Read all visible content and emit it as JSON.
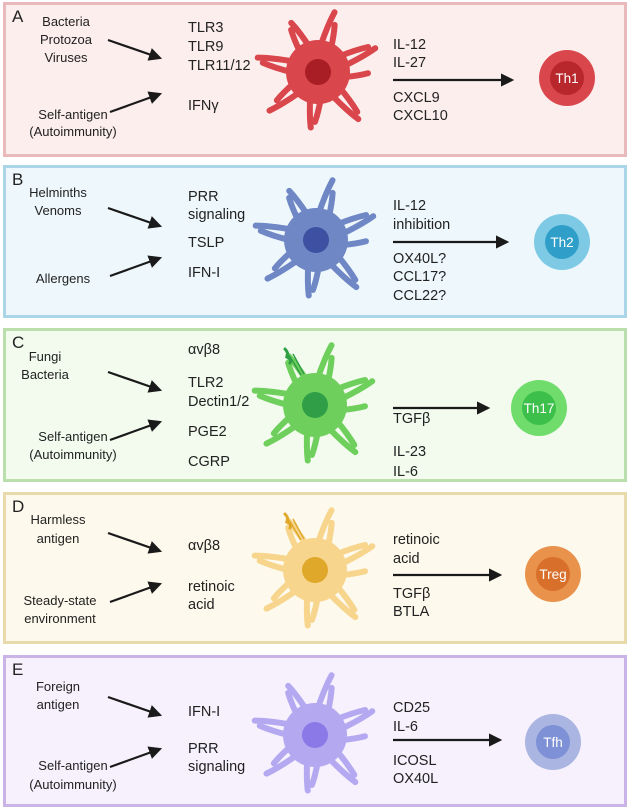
{
  "panels": [
    {
      "label": "A",
      "source_top": [
        "Bacteria",
        "Protozoa",
        "Viruses"
      ],
      "source_bottom": [
        "Self-antigen",
        "(Autoimmunity)"
      ],
      "signals": [
        "TLR3",
        "TLR9",
        "TLR11/12",
        "IFNγ"
      ],
      "outputs": [
        "IL-12",
        "IL-27",
        "CXCL9",
        "CXCL10"
      ],
      "target": "Th1",
      "colors": {
        "bg": "#fdeeee",
        "border": "#e9b9bc",
        "cell": "#d9464c",
        "nucleus": "#a81e24",
        "t_outer": "#d9464c",
        "t_inner": "#b7272c"
      }
    },
    {
      "label": "B",
      "source_top": [
        "Helminths",
        "Venoms"
      ],
      "source_bottom": [
        "Allergens"
      ],
      "signals": [
        "PRR",
        "signaling",
        "TSLP",
        "IFN-I"
      ],
      "outputs": [
        "IL-12",
        "inhibition",
        "OX40L?",
        "CCL17?",
        "CCL22?"
      ],
      "target": "Th2",
      "colors": {
        "bg": "#eef8fc",
        "border": "#abd6e7",
        "cell": "#7087c5",
        "nucleus": "#3e50a1",
        "t_outer": "#7ecae4",
        "t_inner": "#2f9fc9"
      }
    },
    {
      "label": "C",
      "source_top": [
        "Fungi",
        "Bacteria"
      ],
      "source_bottom": [
        "Self-antigen",
        "(Autoimmunity)"
      ],
      "signals": [
        "αvβ8",
        "TLR2",
        "Dectin1/2",
        "PGE2",
        "CGRP"
      ],
      "outputs": [
        "TGFβ",
        "IL-23",
        "IL-6"
      ],
      "target": "Th17",
      "colors": {
        "bg": "#f2fbee",
        "border": "#badfac",
        "cell": "#6fcf5c",
        "nucleus": "#2f9e46",
        "t_outer": "#70dc6b",
        "t_inner": "#3cbf4b"
      }
    },
    {
      "label": "D",
      "source_top": [
        "Harmless",
        "antigen"
      ],
      "source_bottom": [
        "Steady-state",
        "environment"
      ],
      "signals": [
        "αvβ8",
        "retinoic",
        "acid"
      ],
      "outputs": [
        "retinoic",
        "acid",
        "TGFβ",
        "BTLA"
      ],
      "target": "Treg",
      "colors": {
        "bg": "#fdf9ec",
        "border": "#e9daab",
        "cell": "#f7d58c",
        "nucleus": "#e0a82b",
        "t_outer": "#e9924b",
        "t_inner": "#d86f2b"
      }
    },
    {
      "label": "E",
      "source_top": [
        "Foreign",
        "antigen"
      ],
      "source_bottom": [
        "Self-antigen",
        "(Autoimmunity)"
      ],
      "signals": [
        "IFN-I",
        "PRR",
        "signaling"
      ],
      "outputs": [
        "CD25",
        "IL-6",
        "ICOSL",
        "OX40L"
      ],
      "target": "Tfh",
      "colors": {
        "bg": "#f6f1fd",
        "border": "#cab4e7",
        "cell": "#b4a9f0",
        "nucleus": "#8b79e8",
        "t_outer": "#aab5e1",
        "t_inner": "#7e90d6"
      }
    }
  ]
}
